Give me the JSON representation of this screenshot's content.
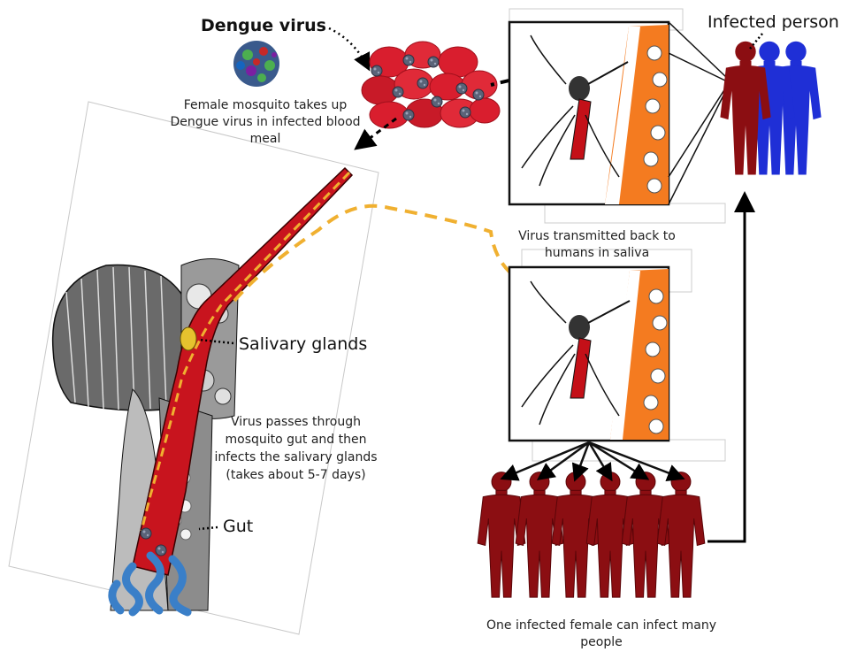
{
  "labels": {
    "dengue_virus": "Dengue virus",
    "uptake_note": "Female mosquito takes up Dengue virus in infected blood meal",
    "infected_person": "Infected person",
    "transmitted_note": "Virus transmitted back to humans in saliva",
    "salivary_glands": "Salivary glands",
    "gut_note": "Virus passes through mosquito gut and then infects the salivary glands (takes about 5-7 days)",
    "gut": "Gut",
    "many_people": "One infected female can infect many people"
  },
  "colors": {
    "blood_red": "#d91e2e",
    "human_dark_red": "#8b0e12",
    "human_blue": "#1f2fd6",
    "skin_orange": "#f47b20",
    "virus_path_yellow": "#f0b030",
    "gut_blue": "#3a7fc8"
  }
}
